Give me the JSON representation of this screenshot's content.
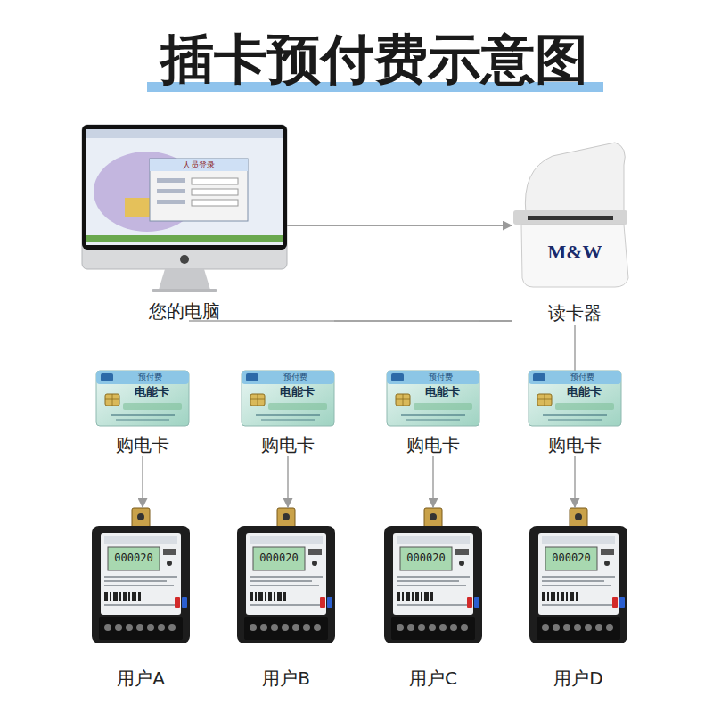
{
  "diagram": {
    "title": "插卡预付费示意图",
    "nodes": [
      {
        "text": [
          "人员登录",
          "您的电脑"
        ]
      },
      {
        "text": [
          "M&W",
          "读卡器"
        ]
      },
      {
        "text": [
          "预付费",
          "电能卡",
          "购电卡"
        ]
      },
      {
        "text": [
          "预付费",
          "电能卡",
          "购电卡"
        ]
      },
      {
        "text": [
          "预付费",
          "电能卡",
          "购电卡"
        ]
      },
      {
        "text": [
          "预付费",
          "电能卡",
          "购电卡"
        ]
      },
      {
        "text": [
          "000020",
          "用户A"
        ]
      },
      {
        "text": [
          "000020",
          "用户B"
        ]
      },
      {
        "text": [
          "000020",
          "用户C"
        ]
      },
      {
        "text": [
          "000020",
          "用户D"
        ]
      }
    ],
    "edges": [
      {
        "from": 0,
        "to": 1,
        "arrow": "to"
      },
      {
        "from": 1,
        "to": 2,
        "arrow": "none"
      },
      {
        "from": 1,
        "to": 3,
        "arrow": "none"
      },
      {
        "from": 1,
        "to": 4,
        "arrow": "none"
      },
      {
        "from": 1,
        "to": 5,
        "arrow": "none"
      },
      {
        "from": 2,
        "to": 6,
        "arrow": "to"
      },
      {
        "from": 3,
        "to": 7,
        "arrow": "to"
      },
      {
        "from": 4,
        "to": 8,
        "arrow": "to"
      },
      {
        "from": 5,
        "to": 9,
        "arrow": "to"
      }
    ]
  }
}
